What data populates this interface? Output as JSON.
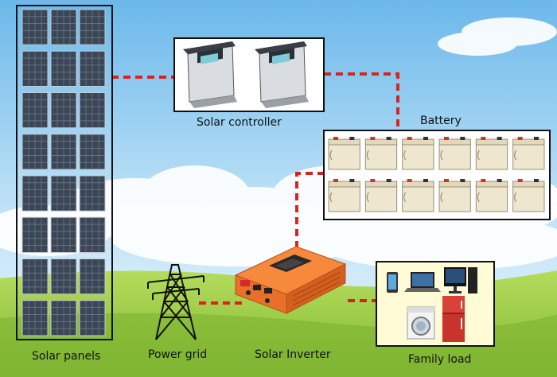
{
  "labels": {
    "solar_panels": "Solar panels",
    "solar_controller": "Solar controller",
    "battery": "Battery",
    "power_grid": "Power grid",
    "solar_inverter": "Solar Inverter",
    "family_load": "Family load"
  },
  "colors": {
    "sky_top": "#7ec3ee",
    "sky_bottom": "#d8eefb",
    "grass": "#8cc43c",
    "grass_light": "#b9de6a",
    "wire": "#d9231f",
    "frame": "#111111",
    "inverter": "#f07a2a",
    "battery": "#efe6cf",
    "panel": "#3b4656",
    "load_bg": "#fffbd6"
  },
  "counts": {
    "panel_rows": 8,
    "battery_rows": 2,
    "batteries_per_row": 6,
    "controllers": 2
  }
}
